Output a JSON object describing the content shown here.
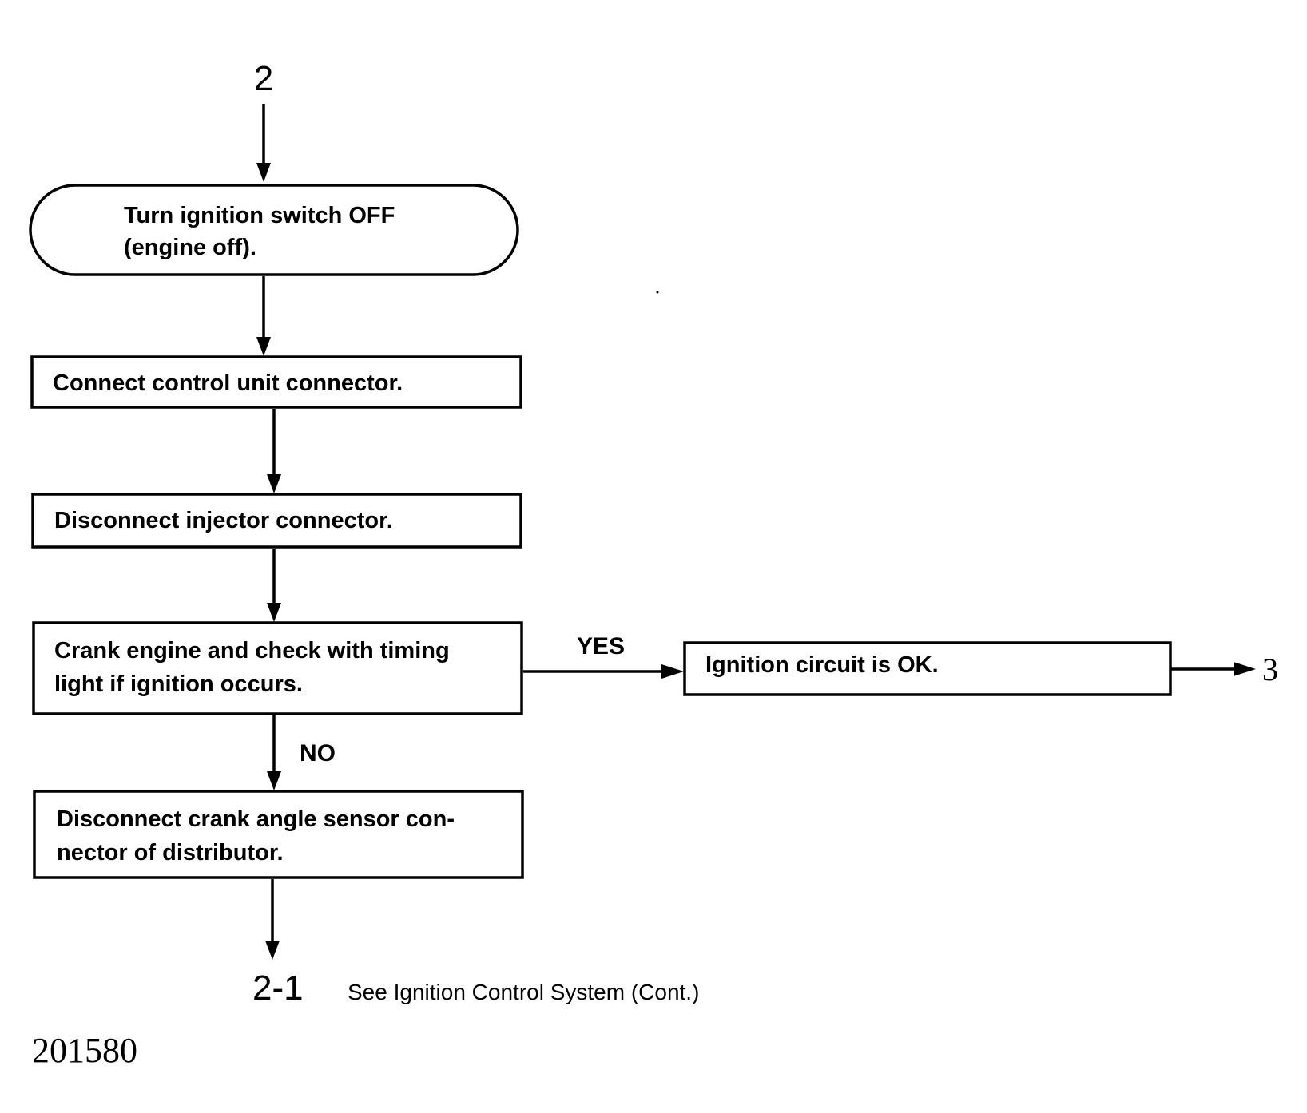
{
  "connectors": {
    "top": "2",
    "bottom": "2-1",
    "right": "3"
  },
  "steps": {
    "turn_off": [
      "Turn ignition switch OFF",
      "(engine off)."
    ],
    "connect_unit": [
      "Connect control unit connector."
    ],
    "disconnect_injector": [
      "Disconnect injector connector."
    ],
    "crank_check": [
      "Crank engine and check with timing",
      "light if ignition occurs."
    ],
    "ignition_ok": [
      "Ignition circuit is OK."
    ],
    "disconnect_sensor": [
      "Disconnect crank angle sensor con-",
      "nector of distributor."
    ]
  },
  "branches": {
    "yes": "YES",
    "no": "NO"
  },
  "footer": {
    "note": "See Ignition Control System (Cont.)",
    "figure_number": "201580"
  }
}
